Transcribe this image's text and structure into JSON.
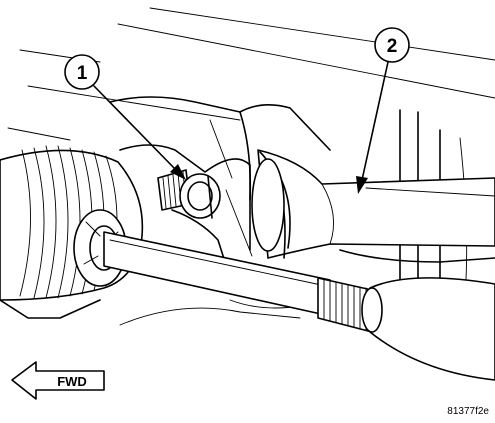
{
  "figure": {
    "callouts": [
      {
        "number": "1"
      },
      {
        "number": "2"
      }
    ],
    "direction_label": "FWD",
    "figure_code": "81377f2e"
  }
}
